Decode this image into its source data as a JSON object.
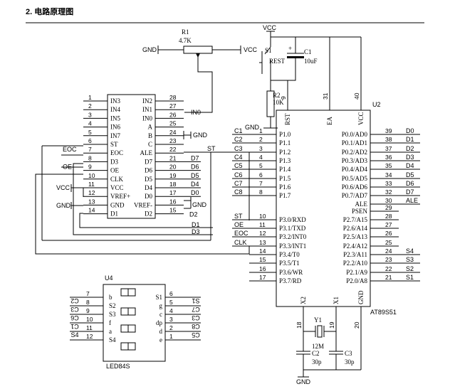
{
  "heading": "2. 电路原理图",
  "r1": {
    "ref": "R1",
    "value": "4.7K",
    "gnd": "GND",
    "vcc": "VCC"
  },
  "top_vcc": "VCC",
  "s1": {
    "ref": "S1",
    "label": "REST"
  },
  "c1": {
    "ref": "C1",
    "value": "10uF"
  },
  "r2": {
    "ref": "R2",
    "value": "10K"
  },
  "gnd_u2": "GND",
  "u2": {
    "ref": "U2",
    "part": "AT89S51",
    "top_pins": [
      {
        "num": "9",
        "name": "RST"
      },
      {
        "num": "31",
        "name": "EA"
      },
      {
        "num": "40",
        "name": "VCC"
      }
    ],
    "bottom_pins": [
      {
        "num": "18",
        "name": "X2"
      },
      {
        "num": "19",
        "name": "X1"
      },
      {
        "num": "20",
        "name": "GND"
      }
    ],
    "left_pins": [
      {
        "num": "1",
        "name": "P1.0",
        "net": "C1"
      },
      {
        "num": "2",
        "name": "P1.1",
        "net": "C2"
      },
      {
        "num": "3",
        "name": "P1.2",
        "net": "C3"
      },
      {
        "num": "4",
        "name": "P1.3",
        "net": "C4"
      },
      {
        "num": "5",
        "name": "P1.4",
        "net": "C5"
      },
      {
        "num": "6",
        "name": "P1.5",
        "net": "C6"
      },
      {
        "num": "7",
        "name": "P1.6",
        "net": "C7"
      },
      {
        "num": "8",
        "name": "P1.7",
        "net": "C8"
      },
      {
        "num": "10",
        "name": "P3.0/RXD",
        "net": "ST"
      },
      {
        "num": "11",
        "name": "P3.1/TXD",
        "net": "OE"
      },
      {
        "num": "12",
        "name": "P3.2/INT0",
        "net": "EOC"
      },
      {
        "num": "13",
        "name": "P3.3/INT1",
        "net": "CLK"
      },
      {
        "num": "14",
        "name": "P3.4/T0",
        "net": ""
      },
      {
        "num": "15",
        "name": "P3.5/T1",
        "net": ""
      },
      {
        "num": "16",
        "name": "P3.6/WR",
        "net": ""
      },
      {
        "num": "17",
        "name": "P3.7/RD",
        "net": ""
      }
    ],
    "right_pins": [
      {
        "num": "39",
        "name": "P0.0/AD0",
        "net": "D0"
      },
      {
        "num": "38",
        "name": "P0.1/AD1",
        "net": "D1"
      },
      {
        "num": "37",
        "name": "P0.2/AD2",
        "net": "D2"
      },
      {
        "num": "36",
        "name": "P0.3/AD3",
        "net": "D3"
      },
      {
        "num": "35",
        "name": "P0.4/AD4",
        "net": "D4"
      },
      {
        "num": "34",
        "name": "P0.5/AD5",
        "net": "D5"
      },
      {
        "num": "33",
        "name": "P0.6/AD6",
        "net": "D6"
      },
      {
        "num": "32",
        "name": "P0.7/AD7",
        "net": "D7"
      },
      {
        "num": "30",
        "name": "ALE",
        "net": "ALE"
      },
      {
        "num": "29",
        "name": "PSEN",
        "net": ""
      },
      {
        "num": "28",
        "name": "P2.7/A15",
        "net": ""
      },
      {
        "num": "27",
        "name": "P2.6/A14",
        "net": ""
      },
      {
        "num": "26",
        "name": "P2.5/A13",
        "net": ""
      },
      {
        "num": "25",
        "name": "P2.4/A12",
        "net": ""
      },
      {
        "num": "24",
        "name": "P2.3/A11",
        "net": "S4"
      },
      {
        "num": "23",
        "name": "P2.2/A10",
        "net": "S3"
      },
      {
        "num": "22",
        "name": "P2.1/A9",
        "net": "S2"
      },
      {
        "num": "21",
        "name": "P2.0/A8",
        "net": "S1"
      }
    ]
  },
  "adc": {
    "in3": "IN3",
    "in2": "IN2",
    "left_pins": [
      {
        "num": "1",
        "name": "IN3",
        "net": ""
      },
      {
        "num": "2",
        "name": "IN4",
        "net": ""
      },
      {
        "num": "3",
        "name": "IN5",
        "net": ""
      },
      {
        "num": "4",
        "name": "IN6",
        "net": ""
      },
      {
        "num": "5",
        "name": "IN7",
        "net": ""
      },
      {
        "num": "6",
        "name": "ST",
        "net": ""
      },
      {
        "num": "7",
        "name": "EOC",
        "net": "EOC"
      },
      {
        "num": "8",
        "name": "D3",
        "net": ""
      },
      {
        "num": "9",
        "name": "OE",
        "net": "OE"
      },
      {
        "num": "10",
        "name": "CLK",
        "net": ""
      },
      {
        "num": "11",
        "name": "VCC",
        "net": "VCC"
      },
      {
        "num": "12",
        "name": "VREF+",
        "net": ""
      },
      {
        "num": "13",
        "name": "GND",
        "net": "GND"
      },
      {
        "num": "14",
        "name": "D1",
        "net": ""
      }
    ],
    "right_pins": [
      {
        "num": "28",
        "name": "IN2",
        "net": ""
      },
      {
        "num": "27",
        "name": "IN1",
        "net": ""
      },
      {
        "num": "26",
        "name": "IN0",
        "net": "IN0"
      },
      {
        "num": "25",
        "name": "A",
        "net": ""
      },
      {
        "num": "24",
        "name": "B",
        "net": "GND"
      },
      {
        "num": "23",
        "name": "C",
        "net": ""
      },
      {
        "num": "22",
        "name": "ALE",
        "net": "ST"
      },
      {
        "num": "21",
        "name": "D7",
        "net": "D7"
      },
      {
        "num": "20",
        "name": "D6",
        "net": "D6"
      },
      {
        "num": "19",
        "name": "D5",
        "net": "D5"
      },
      {
        "num": "18",
        "name": "D4",
        "net": "D4"
      },
      {
        "num": "17",
        "name": "D0",
        "net": "D0"
      },
      {
        "num": "16",
        "name": "VREF-",
        "net": "GND"
      },
      {
        "num": "15",
        "name": "D2",
        "net": "D2"
      }
    ],
    "bus_d1": "D1",
    "bus_d3": "D3"
  },
  "u4": {
    "ref": "U4",
    "part": "LED84S",
    "left_pins": [
      {
        "num": "7",
        "name": "b",
        "net": ""
      },
      {
        "num": "8",
        "name": "S2",
        "net": "C2"
      },
      {
        "num": "9",
        "name": "S3",
        "net": "C3"
      },
      {
        "num": "10",
        "name": "f",
        "net": "C6"
      },
      {
        "num": "11",
        "name": "a",
        "net": "C1"
      },
      {
        "num": "12",
        "name": "S4",
        "net": "S4"
      }
    ],
    "right_pins": [
      {
        "num": "6",
        "name": "S1",
        "net": ""
      },
      {
        "num": "5",
        "name": "g",
        "net": "S1"
      },
      {
        "num": "4",
        "name": "c",
        "net": "C7"
      },
      {
        "num": "3",
        "name": "dp",
        "net": "C3"
      },
      {
        "num": "2",
        "name": "d",
        "net": "C8"
      },
      {
        "num": "1",
        "name": "e",
        "net": "C5"
      }
    ]
  },
  "y1": {
    "ref": "Y1",
    "value": "12M"
  },
  "c2": {
    "ref": "C2",
    "value": "30p"
  },
  "c3": {
    "ref": "C3",
    "value": "30p"
  },
  "bottom_gnd": "GND"
}
